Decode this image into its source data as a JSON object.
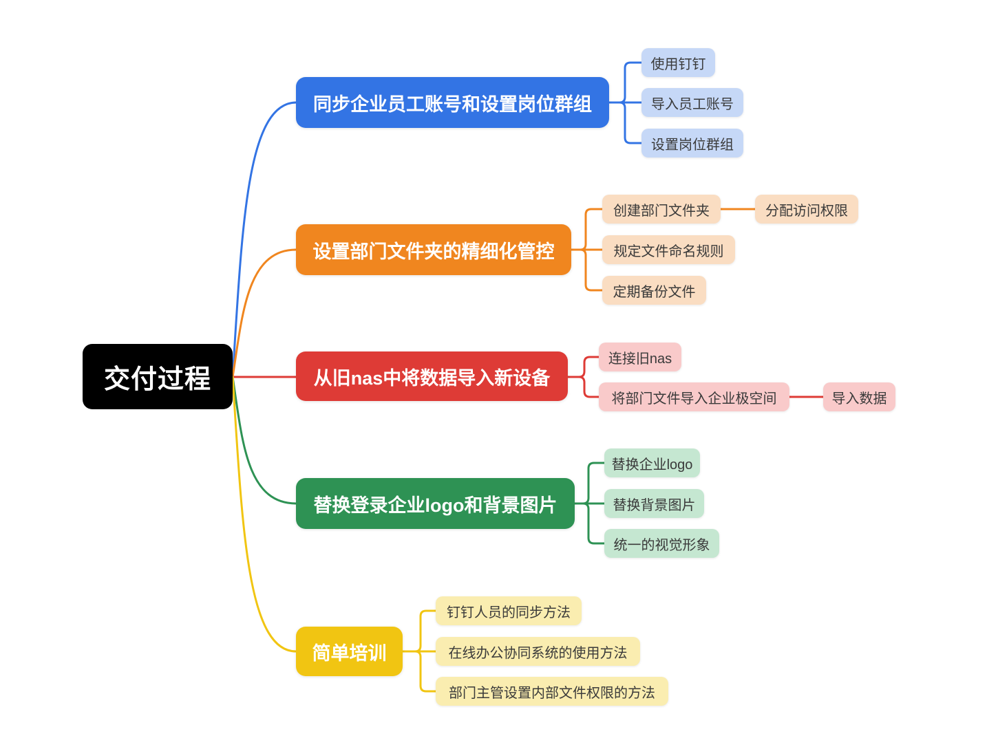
{
  "canvas": {
    "background": "#ffffff"
  },
  "root": {
    "label": "交付过程",
    "bg": "#000000",
    "text_color": "#ffffff"
  },
  "branches": [
    {
      "label": "同步企业员工账号和设置岗位群组",
      "color": "#3374E4",
      "light_color": "#C6D8F7",
      "children": [
        {
          "label": "使用钉钉",
          "children": []
        },
        {
          "label": "导入员工账号",
          "children": []
        },
        {
          "label": "设置岗位群组",
          "children": []
        }
      ]
    },
    {
      "label": "设置部门文件夹的精细化管控",
      "color": "#F0861F",
      "light_color": "#FADDC2",
      "children": [
        {
          "label": "创建部门文件夹",
          "children": [
            {
              "label": "分配访问权限"
            }
          ]
        },
        {
          "label": "规定文件命名规则",
          "children": []
        },
        {
          "label": "定期备份文件",
          "children": []
        }
      ]
    },
    {
      "label": "从旧nas中将数据导入新设备",
      "color": "#DE3B36",
      "light_color": "#F9CACA",
      "children": [
        {
          "label": "连接旧nas",
          "children": []
        },
        {
          "label": "将部门文件导入企业极空间",
          "children": [
            {
              "label": "导入数据"
            }
          ]
        }
      ]
    },
    {
      "label": "替换登录企业logo和背景图片",
      "color": "#2E9254",
      "light_color": "#C5E7D1",
      "children": [
        {
          "label": "替换企业logo",
          "children": []
        },
        {
          "label": "替换背景图片",
          "children": []
        },
        {
          "label": "统一的视觉形象",
          "children": []
        }
      ]
    },
    {
      "label": "简单培训",
      "color": "#F1C512",
      "light_color": "#FAEDB0",
      "children": [
        {
          "label": "钉钉人员的同步方法",
          "children": []
        },
        {
          "label": "在线办公协同系统的使用方法",
          "children": []
        },
        {
          "label": "部门主管设置内部文件权限的方法",
          "children": []
        }
      ]
    }
  ]
}
